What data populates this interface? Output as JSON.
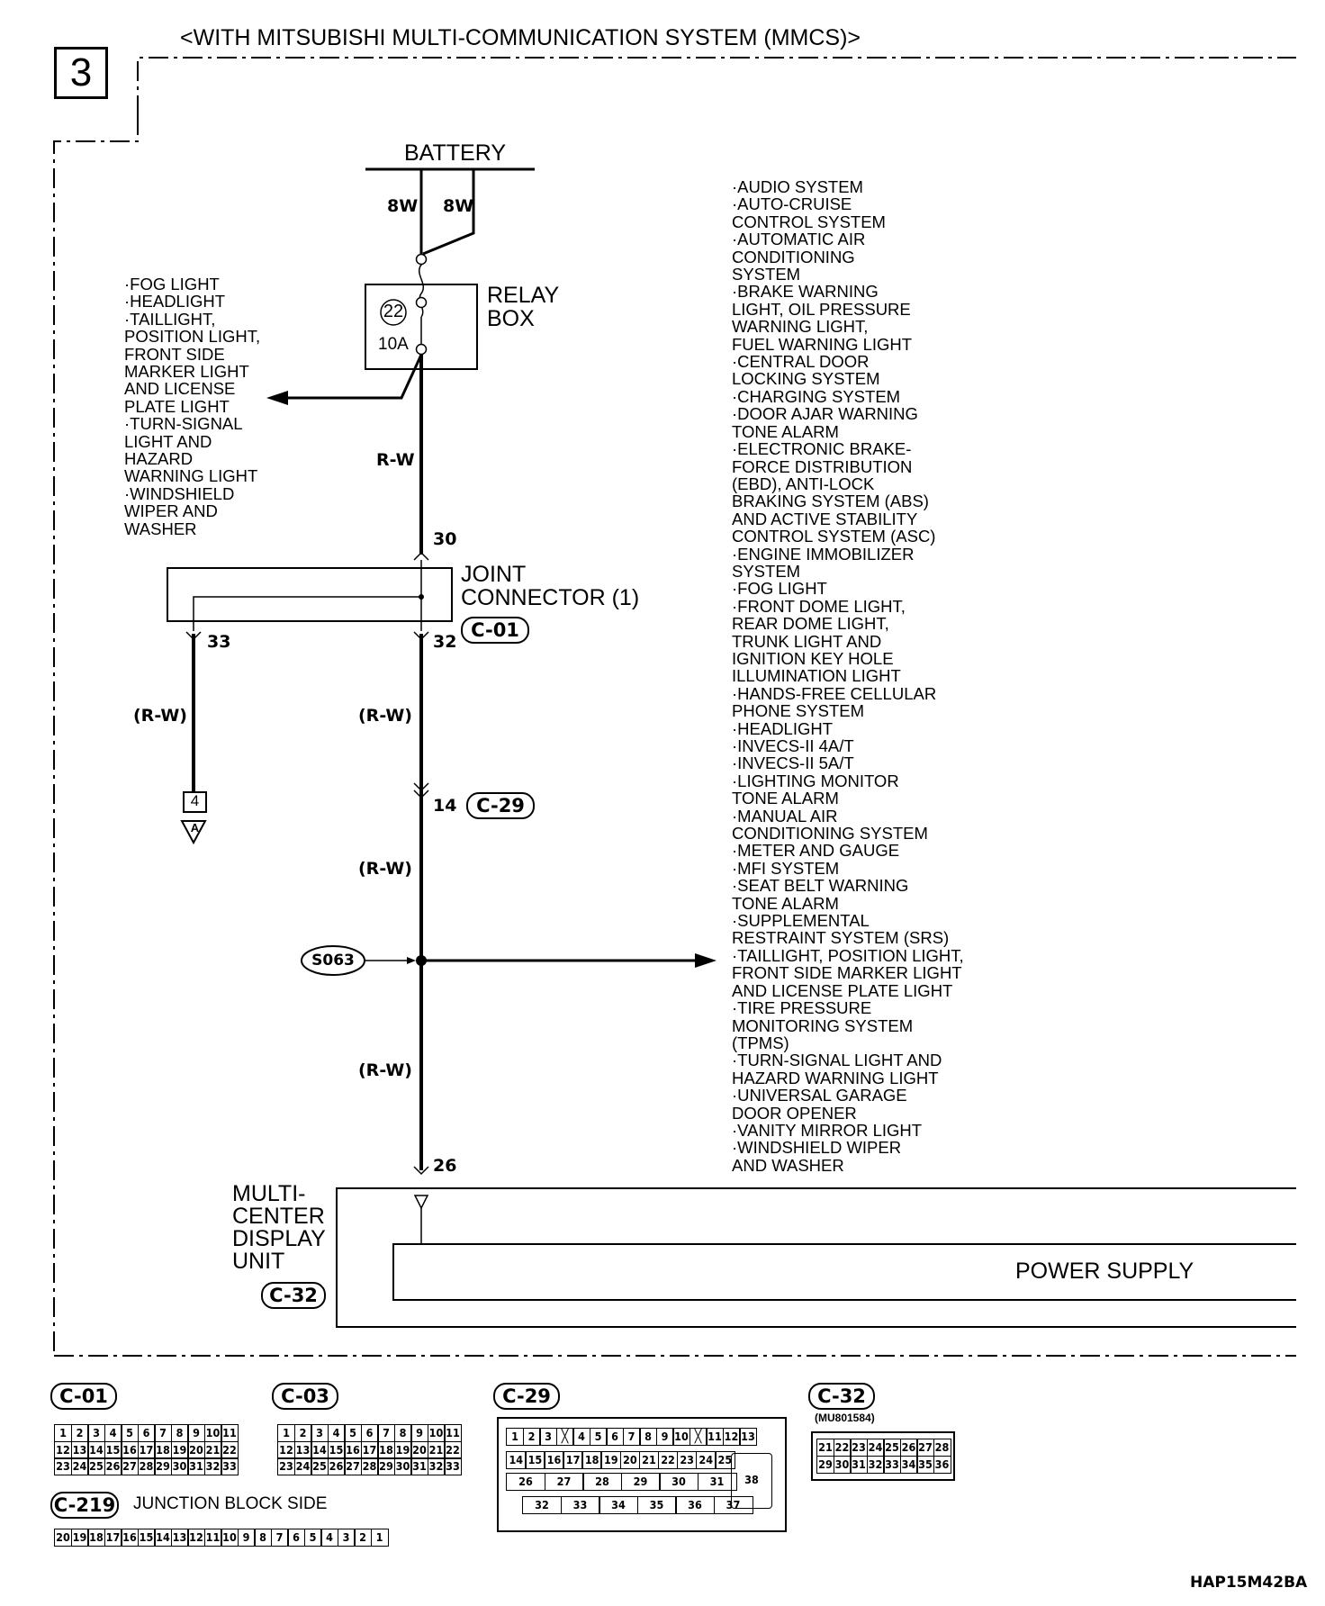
{
  "page_number": "3",
  "header": "<WITH MITSUBISHI MULTI-COMMUNICATION SYSTEM (MMCS)>",
  "battery": {
    "label": "BATTERY",
    "wire_left": "8W",
    "wire_right": "8W"
  },
  "relay_box": {
    "label_line1": "RELAY",
    "label_line2": "BOX",
    "fuse_number": "22",
    "fuse_rating": "10A"
  },
  "left_systems": [
    "·FOG LIGHT",
    "·HEADLIGHT",
    "·TAILLIGHT,",
    " POSITION LIGHT,",
    " FRONT SIDE",
    " MARKER LIGHT",
    " AND LICENSE",
    " PLATE LIGHT",
    "·TURN-SIGNAL",
    " LIGHT AND",
    " HAZARD",
    " WARNING LIGHT",
    "·WINDSHIELD",
    " WIPER AND",
    " WASHER"
  ],
  "right_systems": [
    "·AUDIO SYSTEM",
    "·AUTO-CRUISE",
    " CONTROL SYSTEM",
    "·AUTOMATIC AIR",
    " CONDITIONING",
    " SYSTEM",
    "·BRAKE WARNING",
    " LIGHT, OIL PRESSURE",
    " WARNING LIGHT,",
    " FUEL WARNING LIGHT",
    "·CENTRAL DOOR",
    " LOCKING SYSTEM",
    "·CHARGING SYSTEM",
    "·DOOR AJAR WARNING",
    " TONE ALARM",
    "·ELECTRONIC BRAKE-",
    " FORCE DISTRIBUTION",
    " (EBD), ANTI-LOCK",
    " BRAKING SYSTEM (ABS)",
    " AND ACTIVE STABILITY",
    " CONTROL SYSTEM (ASC)",
    "·ENGINE IMMOBILIZER",
    " SYSTEM",
    "·FOG LIGHT",
    "·FRONT DOME LIGHT,",
    " REAR DOME LIGHT,",
    " TRUNK LIGHT AND",
    " IGNITION KEY HOLE",
    " ILLUMINATION LIGHT",
    "·HANDS-FREE CELLULAR",
    " PHONE SYSTEM",
    "·HEADLIGHT",
    "·INVECS-II 4A/T",
    "·INVECS-II 5A/T",
    "·LIGHTING MONITOR",
    " TONE ALARM",
    "·MANUAL AIR",
    " CONDITIONING SYSTEM",
    "·METER AND GAUGE",
    "·MFI SYSTEM",
    "·SEAT BELT WARNING",
    " TONE ALARM",
    "·SUPPLEMENTAL",
    " RESTRAINT SYSTEM (SRS)",
    "·TAILLIGHT, POSITION LIGHT,",
    " FRONT SIDE MARKER LIGHT",
    " AND LICENSE PLATE LIGHT",
    "·TIRE PRESSURE",
    " MONITORING SYSTEM",
    " (TPMS)",
    "·TURN-SIGNAL LIGHT AND",
    " HAZARD WARNING LIGHT",
    "·UNIVERSAL GARAGE",
    " DOOR OPENER",
    "·VANITY MIRROR LIGHT",
    "·WINDSHIELD WIPER",
    " AND WASHER"
  ],
  "wires": {
    "rw_main": "R-W",
    "rw_paren_left": "(R-W)",
    "rw_paren_1": "(R-W)",
    "rw_paren_2": "(R-W)",
    "rw_paren_3": "(R-W)"
  },
  "joint_connector": {
    "line1": "JOINT",
    "line2": "CONNECTOR (1)",
    "connector": "C-01",
    "pin_in": "30",
    "pin_out_left": "33",
    "pin_out_right": "32"
  },
  "connector_c29": {
    "pin": "14",
    "label": "C-29"
  },
  "offpage": {
    "page": "4",
    "letter": "A"
  },
  "splice": "S063",
  "mcdu": {
    "line1": "MULTI-",
    "line2": "CENTER",
    "line3": "DISPLAY",
    "line4": "UNIT",
    "connector": "C-32",
    "pin": "26",
    "power_supply": "POWER SUPPLY"
  },
  "connector_views": {
    "c01": {
      "label": "C-01",
      "rows": [
        [
          "1",
          "2",
          "3",
          "4",
          "5",
          "6",
          "7",
          "8",
          "9",
          "10",
          "11"
        ],
        [
          "12",
          "13",
          "14",
          "15",
          "16",
          "17",
          "18",
          "19",
          "20",
          "21",
          "22"
        ],
        [
          "23",
          "24",
          "25",
          "26",
          "27",
          "28",
          "29",
          "30",
          "31",
          "32",
          "33"
        ]
      ]
    },
    "c03": {
      "label": "C-03",
      "rows": [
        [
          "1",
          "2",
          "3",
          "4",
          "5",
          "6",
          "7",
          "8",
          "9",
          "10",
          "11"
        ],
        [
          "12",
          "13",
          "14",
          "15",
          "16",
          "17",
          "18",
          "19",
          "20",
          "21",
          "22"
        ],
        [
          "23",
          "24",
          "25",
          "26",
          "27",
          "28",
          "29",
          "30",
          "31",
          "32",
          "33"
        ]
      ]
    },
    "c219": {
      "label": "C-219",
      "side": "JUNCTION BLOCK SIDE",
      "row": [
        "20",
        "19",
        "18",
        "17",
        "16",
        "15",
        "14",
        "13",
        "12",
        "11",
        "10",
        "9",
        "8",
        "7",
        "6",
        "5",
        "4",
        "3",
        "2",
        "1"
      ]
    },
    "c29": {
      "label": "C-29",
      "row1": [
        "1",
        "2",
        "3",
        "",
        "4",
        "5",
        "6",
        "7",
        "8",
        "9",
        "10",
        "",
        "11",
        "12",
        "13"
      ],
      "row2": [
        "14",
        "15",
        "16",
        "17",
        "18",
        "19",
        "20",
        "21",
        "22",
        "23",
        "24",
        "25"
      ],
      "row3": [
        "26",
        "27",
        "28",
        "29",
        "30",
        "31"
      ],
      "row4": [
        "32",
        "33",
        "34",
        "35",
        "36",
        "37"
      ],
      "big": "38"
    },
    "c32": {
      "label": "C-32",
      "part": "(MU801584)",
      "rows": [
        [
          "21",
          "22",
          "23",
          "24",
          "25",
          "26",
          "27",
          "28"
        ],
        [
          "29",
          "30",
          "31",
          "32",
          "33",
          "34",
          "35",
          "36"
        ]
      ]
    }
  },
  "figure_code": "HAP15M42BA"
}
